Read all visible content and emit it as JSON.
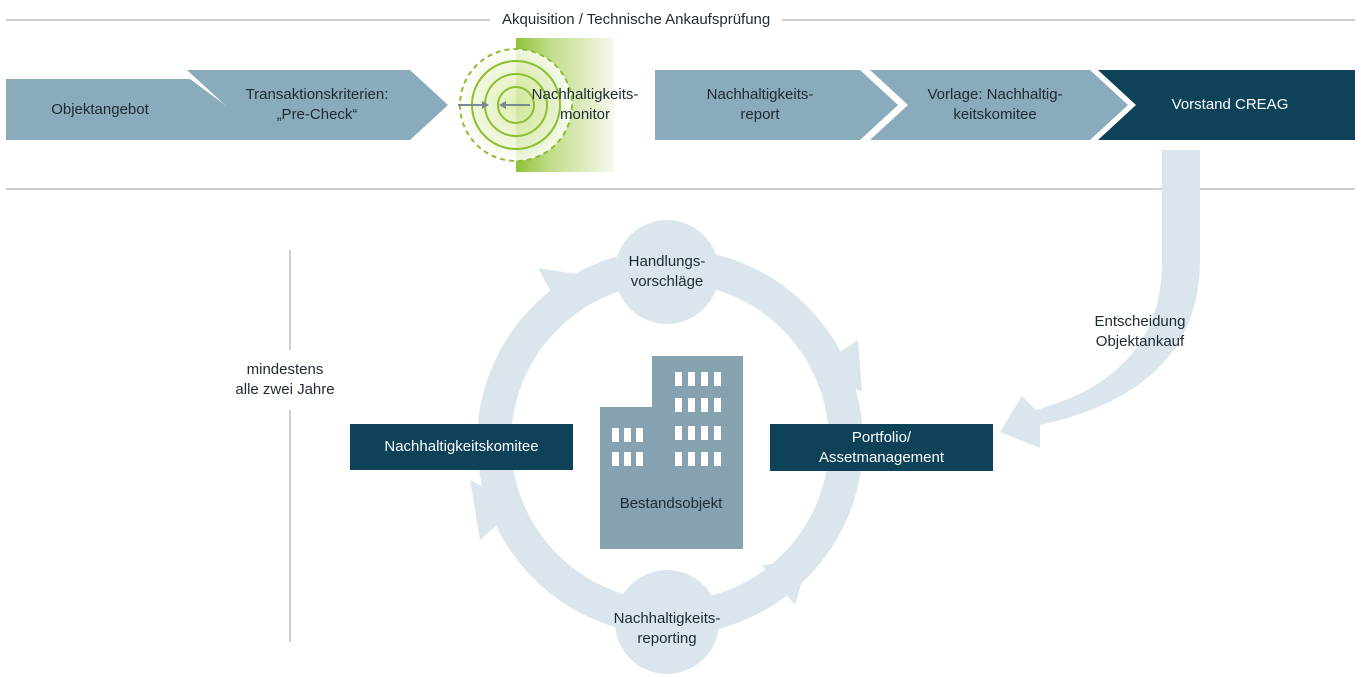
{
  "header": {
    "title": "Akquisition / Technische Ankaufsprüfung"
  },
  "process": {
    "step1": "Objektangebot",
    "step2_line1": "Transaktionskriterien:",
    "step2_line2": "„Pre-Check“",
    "step3_line1": "Nachhaltigkeits-",
    "step3_line2": "monitor",
    "step4_line1": "Nachhaltigkeits-",
    "step4_line2": "report",
    "step5_line1": "Vorlage: Nachhaltig-",
    "step5_line2": "keitskomitee",
    "step6": "Vorstand CREAG"
  },
  "decision": {
    "line1": "Entscheidung",
    "line2": "Objektankauf"
  },
  "cycle": {
    "top_line1": "Handlungs-",
    "top_line2": "vorschläge",
    "right_line1": "Portfolio/",
    "right_line2": "Assetmanagement",
    "bottom_line1": "Nachhaltigkeits-",
    "bottom_line2": "reporting",
    "left": "Nachhaltigkeitskomitee",
    "center": "Bestandsobjekt"
  },
  "frequency": {
    "line1": "mindestens",
    "line2": "alle zwei Jahre"
  },
  "colors": {
    "chevron": "#8aabbb",
    "dark": "#0d4258",
    "cycle": "#dae6ec",
    "green": "#8bbf2f",
    "building": "#86a2b1"
  }
}
